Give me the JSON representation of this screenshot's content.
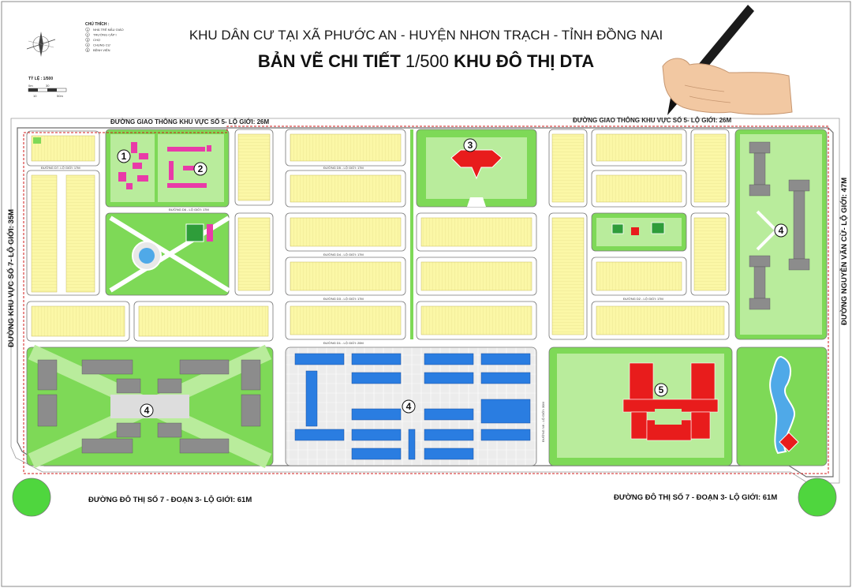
{
  "title_line1": "KHU DÂN CƯ TẠI XÃ PHƯỚC AN - HUYỆN NHƠN TRẠCH - TỈNH ĐỒNG NAI",
  "title_line2_a": "BẢN VẼ CHI TIẾT",
  "title_line2_b": "1/500",
  "title_line2_c": "KHU ĐÔ THỊ DTA",
  "legend": {
    "heading": "CHÚ THÍCH :",
    "items": [
      {
        "num": "1",
        "label": "NHÀ TRẺ MẪU GIÁO"
      },
      {
        "num": "2",
        "label": "TRƯỜNG CẤP I"
      },
      {
        "num": "3",
        "label": "CHỢ"
      },
      {
        "num": "4",
        "label": "CHUNG CƯ"
      },
      {
        "num": "5",
        "label": "BỆNH VIỆN"
      }
    ]
  },
  "scale": {
    "label": "TỶ LỆ : 1/500",
    "ticks_top": [
      "0m",
      "30"
    ],
    "ticks_bottom": [
      "10",
      "50m"
    ]
  },
  "roads": {
    "top_left": "ĐƯỜNG GIAO THÔNG KHU VỰC SỐ 5- LỘ GIỚI: 26M",
    "top_right": "ĐƯỜNG GIAO THÔNG KHU VỰC SỐ 5- LỘ GIỚI: 26M",
    "left": "ĐƯỜNG KHU VỰC SỐ 7- LỘ GIỚI: 35M",
    "right": "ĐƯỜNG NGUYỄN VĂN CỪ- LỘ GIỚI: 47M",
    "bottom_left": "ĐƯỜNG ĐÔ THỊ SỐ 7 - ĐOẠN 3- LỘ GIỚI: 61M",
    "bottom_right": "ĐƯỜNG ĐÔ THỊ SỐ 7 - ĐOẠN 3- LỘ GIỚI: 61M",
    "internal": [
      "ĐƯỜNG D7- LỘ GIỚI: 17M",
      "ĐƯỜNG D6 - LỘ GIỚI: 17M",
      "ĐƯỜNG D5 - LỘ GIỚI: 17M",
      "ĐƯỜNG D4 - LỘ GIỚI: 17M",
      "ĐƯỜNG D3 - LỘ GIỚI: 17M",
      "ĐƯỜNG D2 - LỘ GIỚI: 17M",
      "ĐƯỜNG D1 - LỘ GIỚI: 20M",
      "ĐƯỜNG N6 - LỘ GIỚI: 30M"
    ]
  },
  "area_numbers": {
    "kindergarten": "1",
    "school": "2",
    "market": "3",
    "apartments_right": "4",
    "apartments_left": "4",
    "apartments_center": "4",
    "hospital": "5"
  },
  "colors": {
    "green": "#7ed957",
    "light_green": "#b9ec9c",
    "lot_yellow": "#fbf7a6",
    "building_pink": "#e93ba8",
    "building_red": "#e81c1c",
    "building_gray": "#8c8c8c",
    "building_blue": "#2a7de1",
    "boundary_red": "#d11b1b",
    "water_blue": "#4fa9e8"
  },
  "icons": [
    "north-arrow-icon",
    "hand-pen-icon"
  ]
}
